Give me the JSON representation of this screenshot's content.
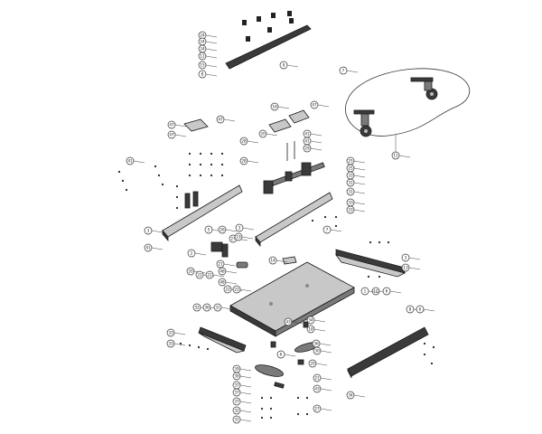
{
  "diagram": {
    "callout_labels": [
      "24",
      "24",
      "24",
      "12",
      "15",
      "8",
      "9",
      "7",
      "47",
      "47",
      "47",
      "47",
      "16",
      "20",
      "11",
      "41",
      "41",
      "28",
      "28",
      "25",
      "25",
      "31",
      "31",
      "33",
      "33",
      "33",
      "29",
      "41",
      "41",
      "3",
      "3",
      "5",
      "2",
      "48",
      "48",
      "27",
      "26",
      "20",
      "22",
      "22",
      "21",
      "19",
      "14",
      "22",
      "22",
      "3",
      "13",
      "10",
      "1",
      "6",
      "7",
      "32",
      "36",
      "31",
      "33",
      "33",
      "6",
      "43",
      "39",
      "39",
      "37",
      "37",
      "37",
      "32",
      "31",
      "34",
      "18",
      "36",
      "30",
      "29",
      "21",
      "43",
      "27",
      "8",
      "6",
      "34"
    ]
  },
  "colors": {
    "line": "#1a1a1a",
    "dark_part": "#3a3a3a",
    "mid_part": "#7a7a7a",
    "light_part": "#c8c8c8",
    "background": "#ffffff"
  }
}
